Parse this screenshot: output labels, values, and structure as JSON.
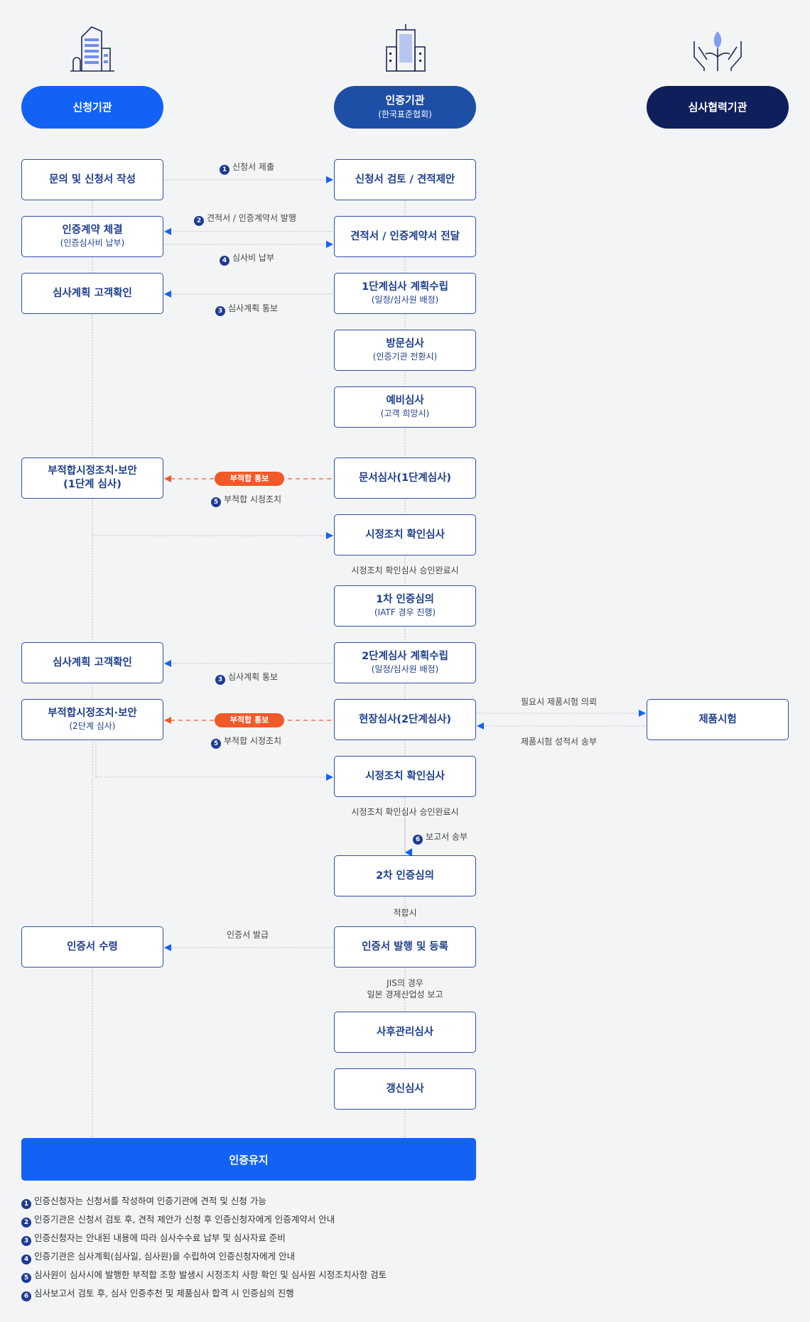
{
  "headers": {
    "applicant": "신청기관",
    "cert_body": "인증기관",
    "cert_body_sub": "(한국표준협회)",
    "partner": "심사협력기관"
  },
  "colors": {
    "applicant": "#1262f5",
    "cert_body": "#1e4fa6",
    "partner": "#0f1f5c",
    "badge": "#f05a28",
    "arrow": "#1262f5",
    "box_border": "#2f4ea6"
  },
  "left_boxes": {
    "b1": "문의 및 신청서 작성",
    "b2": "인증계약 체결",
    "b2_sub": "(인증심사비 납부)",
    "b3": "심사계획 고객확인",
    "b4": "부적합시정조치·보안",
    "b4_sub": "(1단계 심사)",
    "b5": "심사계획 고객확인",
    "b6": "부적합시정조치·보안",
    "b6_sub": "(2단계 심사)",
    "b7": "인증서 수령"
  },
  "center_boxes": {
    "c1": "신청서 검토 / 견적제안",
    "c2": "견적서 / 인증계약서 전달",
    "c3": "1단계심사 계획수립",
    "c3_sub": "(일정/심사원 배정)",
    "c4": "방문심사",
    "c4_sub": "(인증기관 전환시)",
    "c5": "예비심사",
    "c5_sub": "(고객 희망시)",
    "c6": "문서심사(1단계심사)",
    "c7": "시정조치 확인심사",
    "c8": "1차 인증심의",
    "c8_sub": "(IATF 경우 진행)",
    "c9": "2단계심사 계획수립",
    "c9_sub": "(일정/심사원 배정)",
    "c10": "현장심사(2단계심사)",
    "c11": "시정조치 확인심사",
    "c12": "2차 인증심의",
    "c13": "인증서 발행 및 등록",
    "c14": "사후관리심사",
    "c15": "갱신심사"
  },
  "right_boxes": {
    "r1": "제품시험"
  },
  "labels": {
    "l1_num": "1",
    "l1": "신청서 제출",
    "l2_num": "2",
    "l2": "견적서 / 인증계약서 발행",
    "l4_num": "4",
    "l4": "심사비 납부",
    "l3_num": "3",
    "l3": "심사계획 통보",
    "badge1": "부적합 통보",
    "l5_num": "5",
    "l5": "부적합 시정조치",
    "after_c7": "시정조치 확인심사 승인완료시",
    "l3b_num": "3",
    "l3b": "심사계획 통보",
    "badge2": "부적합 통보",
    "l5b_num": "5",
    "l5b": "부적합 시정조치",
    "product_request": "필요시 제품시험 의뢰",
    "product_report": "제품시험 성적서 송부",
    "after_c11": "시정조치 확인심사 승인완료시",
    "l6_num": "6",
    "l6": "보고서 송부",
    "pass": "적합시",
    "issue": "인증서 발급",
    "jis1": "JIS의 경우",
    "jis2": "일본 경제산업성 보고"
  },
  "maintain": "인증유지",
  "notes": [
    {
      "num": "1",
      "text": "인증신청자는 신청서를 작성하여 인증기관에 견적 및 신청 가능"
    },
    {
      "num": "2",
      "text": "인증기관은 신청서 검토 후, 견적 제안가 신청 후 인증신청자에게 인증계약서 안내"
    },
    {
      "num": "3",
      "text": "인증신청자는 안내된 내용에 따라 심사수수료 납부 및 심사자료 준비"
    },
    {
      "num": "4",
      "text": "인증기관은 심사계획(심사일, 심사원)을 수립하여 인증신청자에게 안내"
    },
    {
      "num": "5",
      "text": "심사원이 심사시에 발행한 부적합 조항 발생시 시정조치 사항 확인 및 심사원 시정조치사항 검토"
    },
    {
      "num": "6",
      "text": "심사보고서 검토 후, 심사 인증추천 및 제품심사 합격 시 인증심의 진행"
    }
  ],
  "icons": {
    "applicant": "office-building-icon",
    "cert_body": "tower-building-icon",
    "partner": "hands-plant-icon"
  }
}
